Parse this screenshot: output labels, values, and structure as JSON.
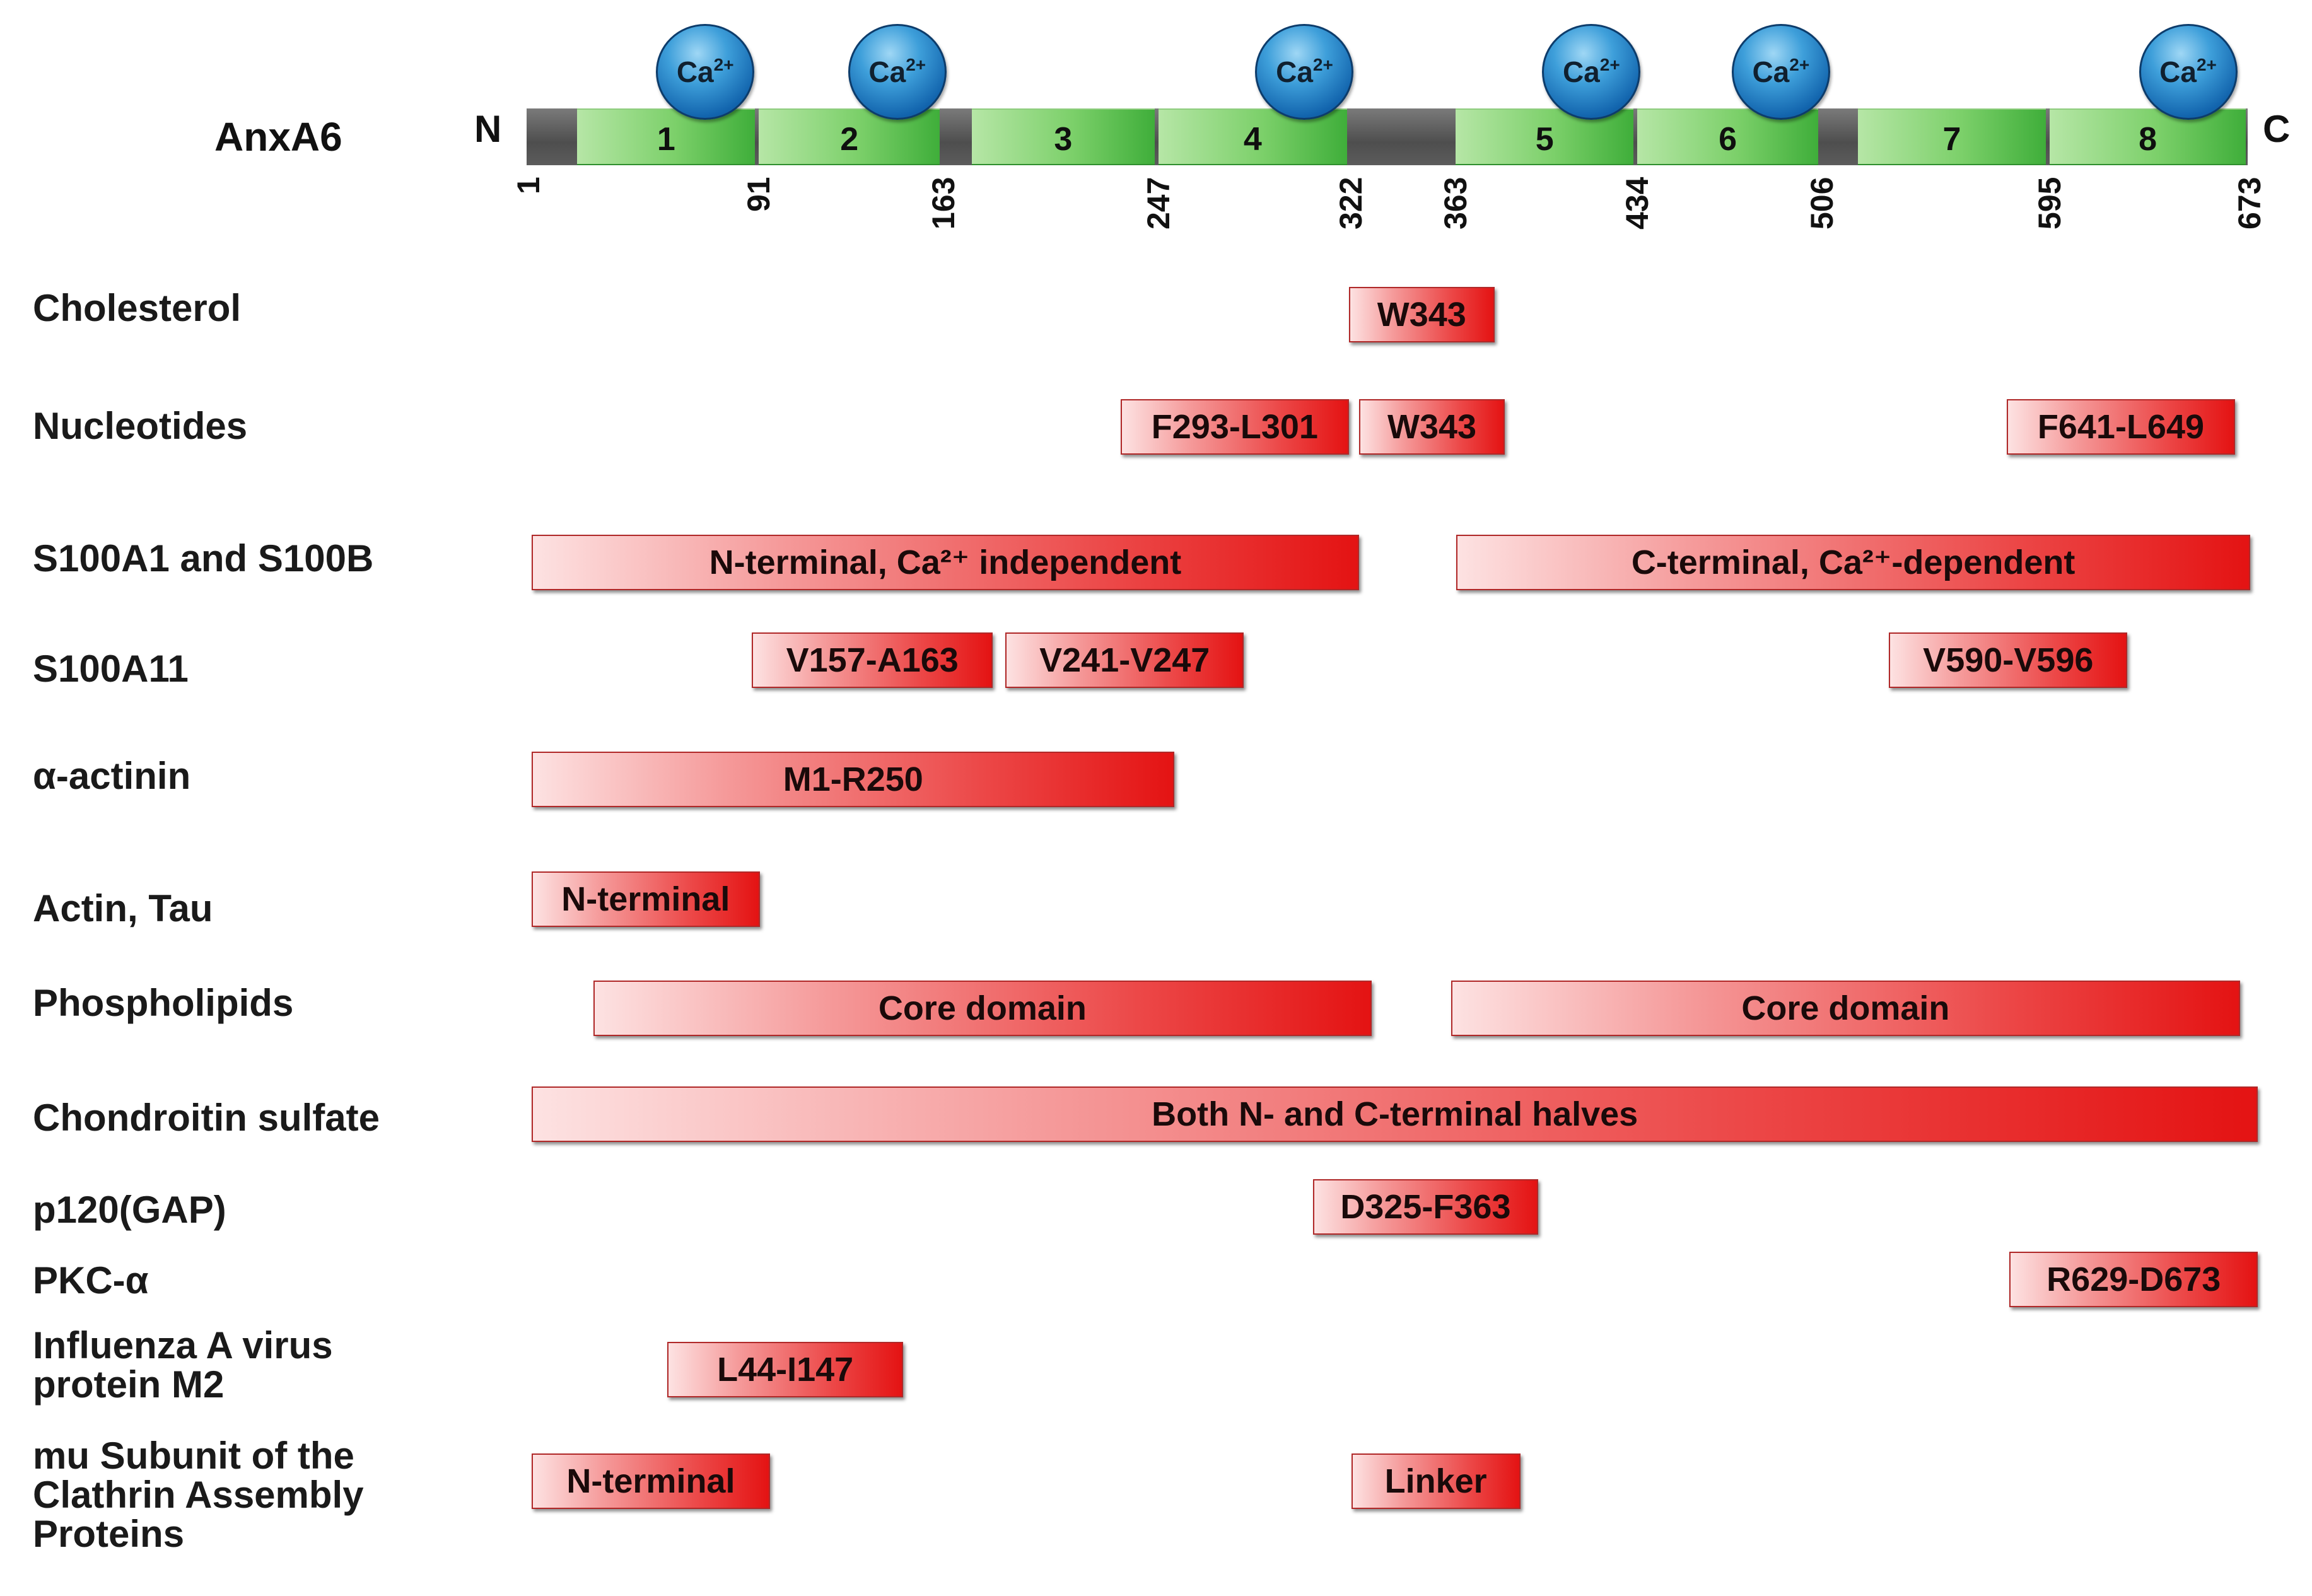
{
  "protein": {
    "name": "AnxA6",
    "n_terminus": "N",
    "c_terminus": "C",
    "length": 673,
    "repeats": [
      {
        "label": "1",
        "start": 20,
        "end": 91
      },
      {
        "label": "2",
        "start": 91,
        "end": 163
      },
      {
        "label": "3",
        "start": 174,
        "end": 247
      },
      {
        "label": "4",
        "start": 247,
        "end": 322
      },
      {
        "label": "5",
        "start": 363,
        "end": 434
      },
      {
        "label": "6",
        "start": 434,
        "end": 506
      },
      {
        "label": "7",
        "start": 520,
        "end": 595
      },
      {
        "label": "8",
        "start": 595,
        "end": 673
      }
    ],
    "residue_labels": [
      "1",
      "91",
      "163",
      "247",
      "322",
      "363",
      "434",
      "506",
      "595",
      "673"
    ],
    "calcium_sites": [
      {
        "text": "Ca",
        "charge": "2+",
        "position": 70
      },
      {
        "text": "Ca",
        "charge": "2+",
        "position": 145
      },
      {
        "text": "Ca",
        "charge": "2+",
        "position": 304
      },
      {
        "text": "Ca",
        "charge": "2+",
        "position": 416
      },
      {
        "text": "Ca",
        "charge": "2+",
        "position": 490
      },
      {
        "text": "Ca",
        "charge": "2+",
        "position": 649
      }
    ],
    "colors": {
      "repeat": "#5cc04f",
      "linker": "#5a5a5a",
      "binding_region": "#e41313",
      "calcium": "#1a73c0"
    }
  },
  "partners": [
    {
      "label": "Cholesterol",
      "regions": [
        {
          "text": "W343",
          "start": 322,
          "end": 379
        }
      ]
    },
    {
      "label": "Nucleotides",
      "regions": [
        {
          "text": "F293-L301",
          "start": 233,
          "end": 322
        },
        {
          "text": "W343",
          "start": 326,
          "end": 383
        },
        {
          "text": "F641-L649",
          "start": 579,
          "end": 668
        }
      ]
    },
    {
      "label": "S100A1 and S100B",
      "regions": [
        {
          "text": "N-terminal, Ca²⁺ independent",
          "start": 3,
          "end": 326
        },
        {
          "text": "C-terminal, Ca²⁺-dependent",
          "start": 364,
          "end": 674
        }
      ]
    },
    {
      "label": "S100A11",
      "regions": [
        {
          "text": "V157-A163",
          "start": 89,
          "end": 183
        },
        {
          "text": "V241-V247",
          "start": 188,
          "end": 281
        },
        {
          "text": "V590-V596",
          "start": 533,
          "end": 626
        }
      ]
    },
    {
      "label": "α-actinin",
      "regions": [
        {
          "text": "M1-R250",
          "start": 3,
          "end": 254
        }
      ]
    },
    {
      "label": "Actin, Tau",
      "regions": [
        {
          "text": "N-terminal",
          "start": 3,
          "end": 92
        }
      ]
    },
    {
      "label": "Phospholipids",
      "regions": [
        {
          "text": "Core domain",
          "start": 27,
          "end": 331
        },
        {
          "text": "Core domain",
          "start": 362,
          "end": 670
        }
      ]
    },
    {
      "label": "Chondroitin sulfate",
      "regions": [
        {
          "text": "Both N- and C-terminal halves",
          "start": 3,
          "end": 677
        }
      ]
    },
    {
      "label": "p120(GAP)",
      "regions": [
        {
          "text": "D325-F363",
          "start": 308,
          "end": 396
        }
      ]
    },
    {
      "label": "PKC-α",
      "regions": [
        {
          "text": "R629-D673",
          "start": 580,
          "end": 677
        }
      ]
    },
    {
      "label": "Influenza A virus\nprotein M2",
      "regions": [
        {
          "text": "L44-I147",
          "start": 56,
          "end": 148
        }
      ]
    },
    {
      "label": "mu Subunit of the\nClathrin Assembly\nProteins",
      "regions": [
        {
          "text": "N-terminal",
          "start": 3,
          "end": 96
        },
        {
          "text": "Linker",
          "start": 323,
          "end": 389
        }
      ]
    }
  ]
}
